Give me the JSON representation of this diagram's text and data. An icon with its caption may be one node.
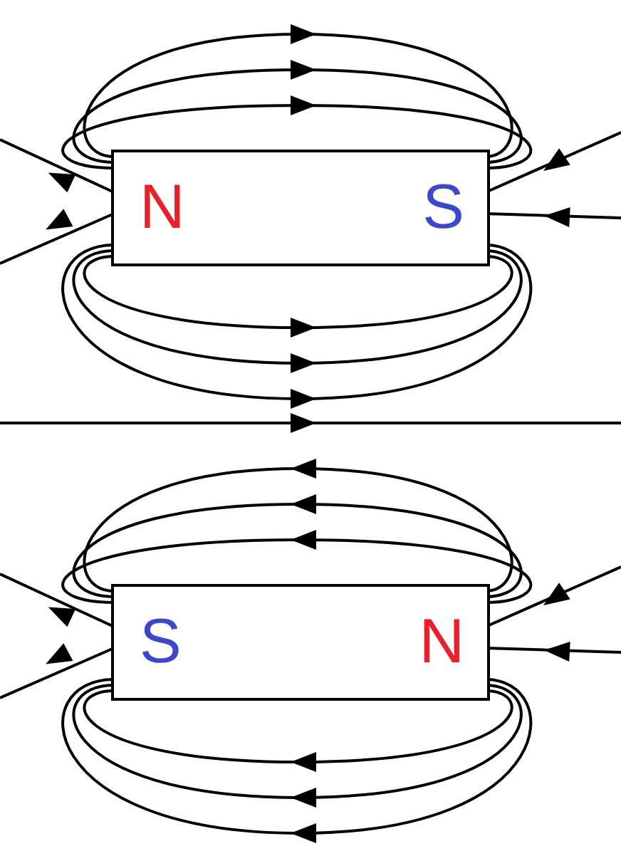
{
  "diagram": {
    "nodes": [
      {
        "text": [
          "N",
          "S"
        ]
      },
      {
        "text": [
          "S",
          "N"
        ]
      }
    ]
  }
}
